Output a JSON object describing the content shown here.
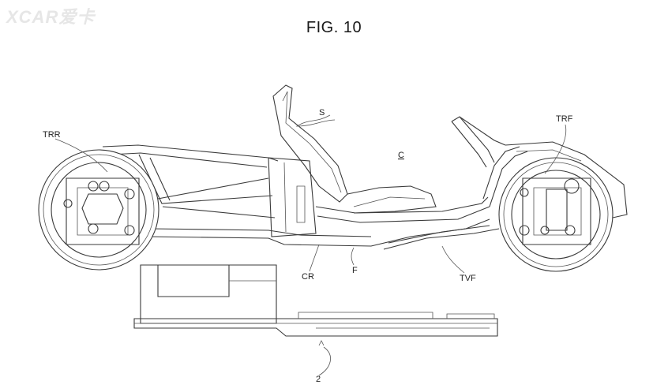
{
  "figure": {
    "title": "FIG. 10",
    "watermark": "XCAR爱卡"
  },
  "labels": {
    "trr": "TRR",
    "s": "S",
    "c": "C",
    "trf": "TRF",
    "cr": "CR",
    "f": "F",
    "tvf": "TVF",
    "ref2": "2"
  },
  "colors": {
    "line": "#3a3a3a",
    "background": "#ffffff"
  }
}
